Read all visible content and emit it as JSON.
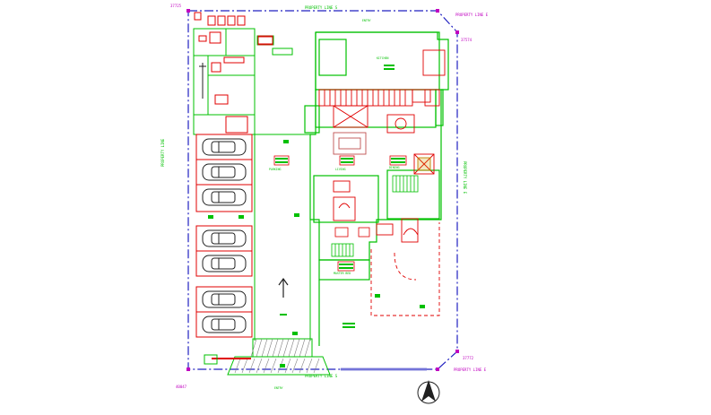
{
  "colors": {
    "wall": "#00c000",
    "red": "#e00000",
    "boundary": "#2020c0",
    "magenta": "#c000c0",
    "dark": "#202020"
  },
  "labels": {
    "corner_nw": "37725",
    "corner_sw": "40047",
    "corner_ne_level": "37574",
    "corner_se_level": "37772",
    "road_top": "PROPERTY LINE S",
    "road_top_right": "PROPERTY LINE E",
    "road_bottom": "PROPERTY LINE S",
    "road_bottom_right": "PROPERTY LINE E",
    "road_left": "PROPERTY LINE",
    "road_right": "PROPERTY LINE E",
    "gate_top": "ENTRY",
    "gate_bottom": "ENTRY",
    "parking": "PARKING",
    "kitchen": "KITCHEN",
    "dining": "DINING",
    "living": "LIVING",
    "master": "MASTER BED"
  },
  "icons": {
    "north_arrow": "north-arrow-icon",
    "direction_arrow": "arrow-up-icon"
  }
}
